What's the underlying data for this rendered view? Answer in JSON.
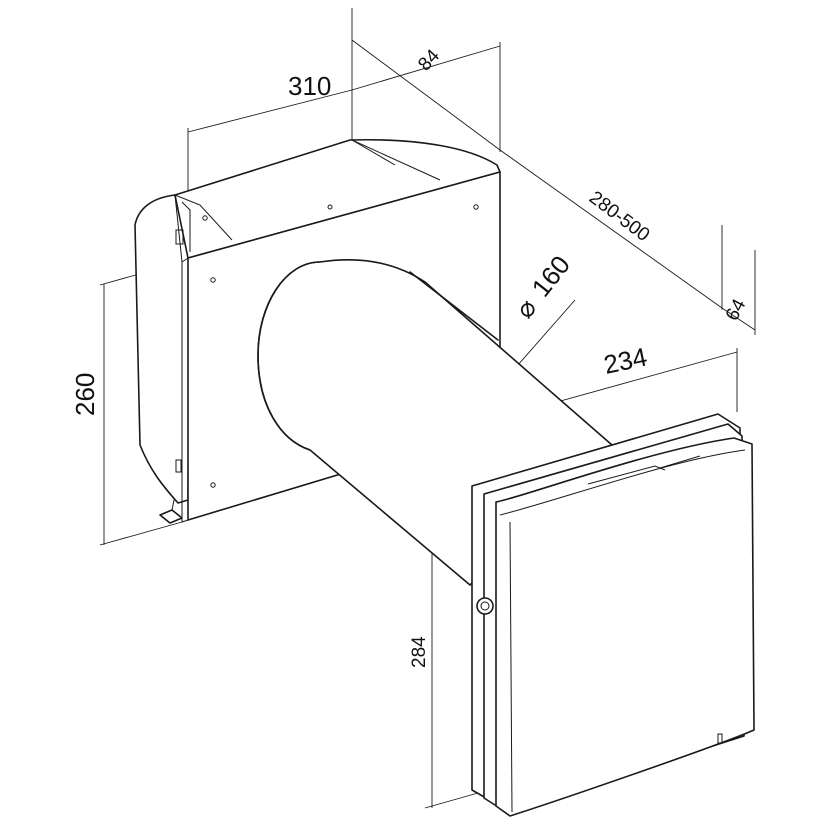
{
  "dimensions": {
    "width_top": "310",
    "depth_top": "84",
    "wall_thickness": "280-500",
    "pipe_diameter_symbol": "⌀",
    "pipe_diameter": "160",
    "cover_depth": "64",
    "cover_width": "234",
    "unit_height": "260",
    "cover_height": "284"
  },
  "colors": {
    "line": "#1a1a1a",
    "background": "#ffffff"
  }
}
